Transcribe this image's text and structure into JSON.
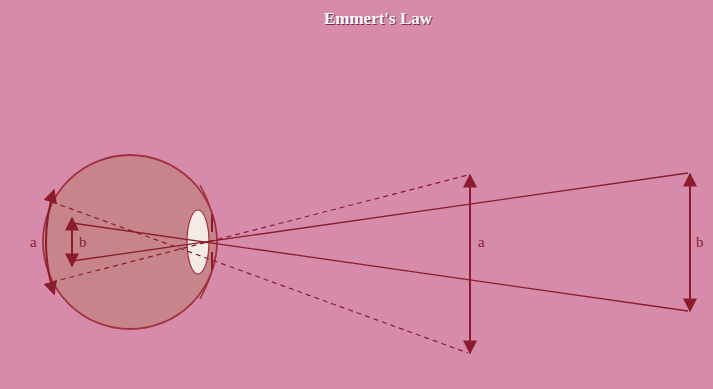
{
  "diagram": {
    "title": "Emmert's Law",
    "labels": [
      "a",
      "b",
      "a",
      "b"
    ]
  }
}
